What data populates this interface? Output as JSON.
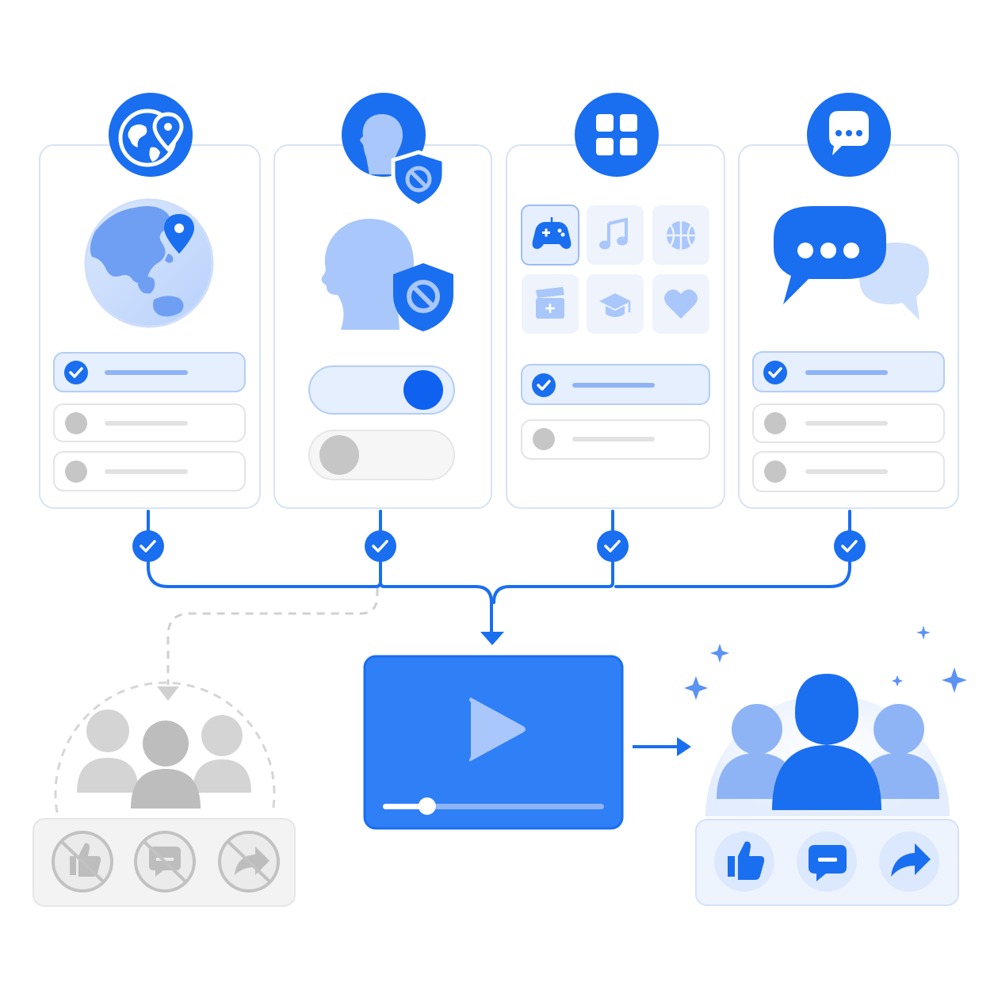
{
  "colors": {
    "primary": "#1a6ef0",
    "primary_bright": "#2f7ff7",
    "light_blue": "#a9c7fb",
    "pale_blue": "#e6effd",
    "card_border": "#d7e3f6",
    "gray": "#c6c6c6",
    "gray_light": "#e2e2e2",
    "gray_panel": "#f3f3f3"
  },
  "settings_panels": [
    {
      "name": "location",
      "header_icon": "globe-pin-icon",
      "illustration": "asia-globe-with-pin",
      "control": "radio-list",
      "options": 3,
      "selected": 1
    },
    {
      "name": "age-restriction",
      "header_icon": "child-shield-icon",
      "illustration": "child-with-block-shield",
      "control": "toggles",
      "toggles": [
        true,
        false
      ]
    },
    {
      "name": "interests",
      "header_icon": "grid-apps-icon",
      "illustration": "category-tiles",
      "tiles": [
        "gamepad-icon",
        "music-note-icon",
        "basketball-icon",
        "clapperboard-icon",
        "graduation-cap-icon",
        "heart-icon"
      ],
      "selected_tile": 1,
      "control": "radio-list",
      "options": 2,
      "selected": 1
    },
    {
      "name": "language",
      "header_icon": "chat-bubble-icon",
      "illustration": "chat-bubbles",
      "control": "radio-list",
      "options": 3,
      "selected": 1
    }
  ],
  "flow": {
    "checkpoints": [
      "check-icon",
      "check-icon",
      "check-icon",
      "check-icon"
    ],
    "center": "video-player",
    "video_progress": 0.2
  },
  "excluded_audience": {
    "people": 3,
    "actions": [
      "like-blocked-icon",
      "comment-blocked-icon",
      "share-blocked-icon"
    ]
  },
  "target_audience": {
    "people": 3,
    "actions": [
      "like-icon",
      "comment-icon",
      "share-icon"
    ]
  }
}
